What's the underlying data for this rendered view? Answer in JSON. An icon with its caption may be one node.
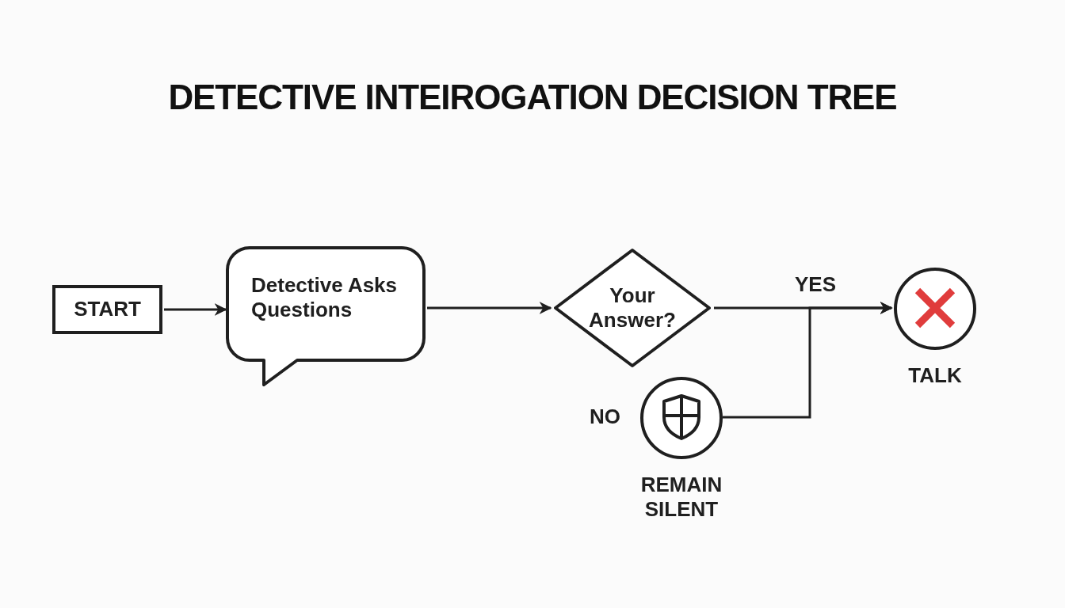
{
  "diagram": {
    "title": "DETECTIVE INTEIROGATION DECISION TREE",
    "nodes": [
      {
        "text": [
          "START"
        ]
      },
      {
        "text": [
          "Detective Asks Questions"
        ]
      },
      {
        "text": [
          "Your Answer?"
        ]
      },
      {
        "text": [
          "TALK"
        ]
      },
      {
        "text": [
          "REMAIN SILENT"
        ],
        "beside": [
          "NO"
        ]
      }
    ],
    "edges": [
      {
        "from": 0,
        "to": 1,
        "arrow": "to"
      },
      {
        "from": 1,
        "to": 2,
        "arrow": "to"
      },
      {
        "from": 2,
        "to": 3,
        "arrow": "to",
        "label": "YES"
      },
      {
        "from": 4,
        "to": 3,
        "arrow": "to"
      }
    ]
  }
}
